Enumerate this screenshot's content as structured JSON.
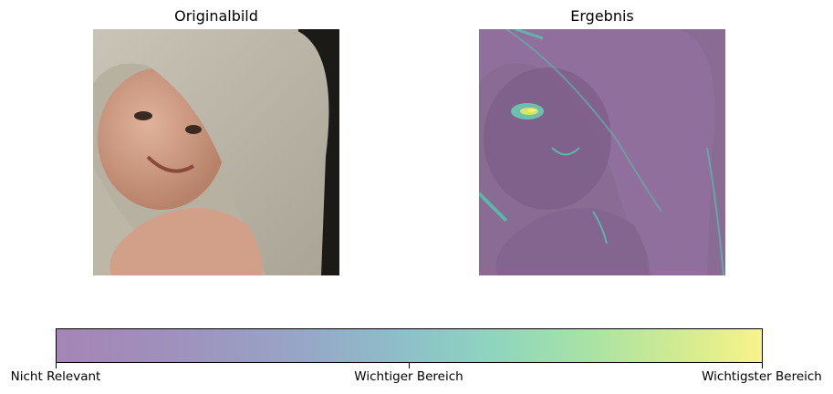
{
  "panels": [
    {
      "title": "Originalbild",
      "image": "baby-in-towel-photo"
    },
    {
      "title": "Ergebnis",
      "image": "heatmap-overlay"
    }
  ],
  "colorbar": {
    "ticks": [
      {
        "label": "Nicht Relevant",
        "value": 0.0
      },
      {
        "label": "Wichtiger Bereich",
        "value": 0.5
      },
      {
        "label": "Wichtigster Bereich",
        "value": 1.0
      }
    ],
    "colors": {
      "low": "#a585b5",
      "mid": "#8dc1c9",
      "high": "#f9f38a"
    }
  }
}
